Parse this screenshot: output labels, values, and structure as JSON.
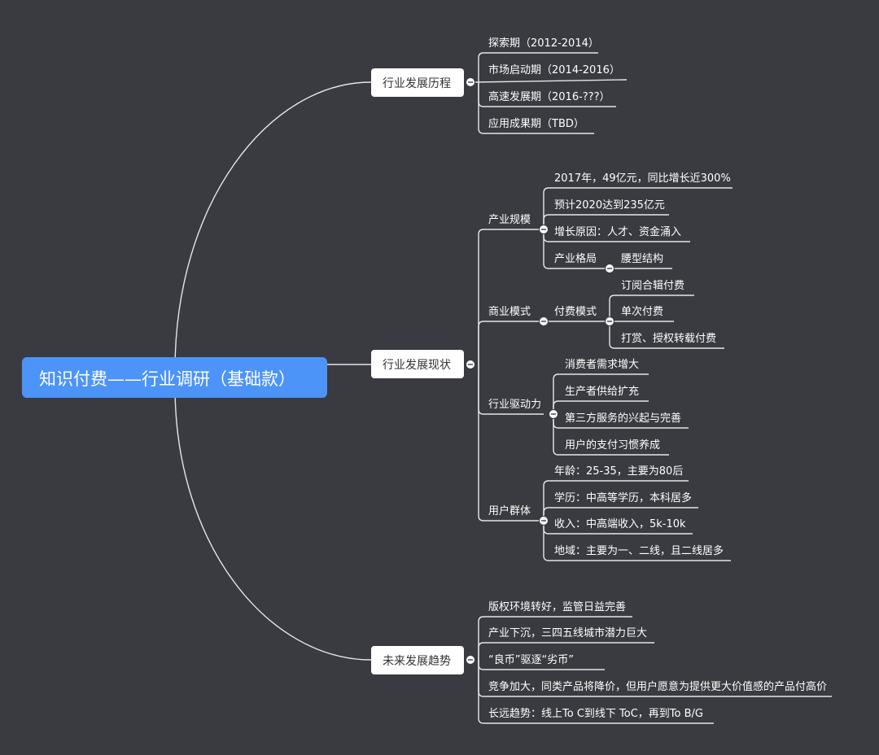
{
  "root": {
    "label": "知识付费——行业调研（基础款）"
  },
  "branches": [
    {
      "label": "行业发展历程",
      "items": [
        {
          "label": "探索期（2012-2014）"
        },
        {
          "label": "市场启动期（2014-2016）"
        },
        {
          "label": "高速发展期（2016-???）"
        },
        {
          "label": "应用成果期（TBD）"
        }
      ]
    },
    {
      "label": "行业发展现状",
      "items": [
        {
          "label": "产业规模",
          "items": [
            {
              "label": "2017年，49亿元，同比增长近300%"
            },
            {
              "label": "预计2020达到235亿元"
            },
            {
              "label": "增长原因：人才、资金涌入"
            },
            {
              "label": "产业格局",
              "items": [
                {
                  "label": "腰型结构"
                }
              ]
            }
          ]
        },
        {
          "label": "商业模式",
          "items": [
            {
              "label": "付费模式",
              "items": [
                {
                  "label": "订阅合辑付费"
                },
                {
                  "label": "单次付费"
                },
                {
                  "label": "打赏、授权转载付费"
                }
              ]
            }
          ]
        },
        {
          "label": "行业驱动力",
          "items": [
            {
              "label": "消费者需求增大"
            },
            {
              "label": "生产者供给扩充"
            },
            {
              "label": "第三方服务的兴起与完善"
            },
            {
              "label": "用户的支付习惯养成"
            }
          ]
        },
        {
          "label": "用户群体",
          "items": [
            {
              "label": "年龄：25-35，主要为80后"
            },
            {
              "label": "学历：中高等学历，本科居多"
            },
            {
              "label": "收入：中高端收入，5k-10k"
            },
            {
              "label": "地域：主要为一、二线，且二线居多"
            }
          ]
        }
      ]
    },
    {
      "label": "未来发展趋势",
      "items": [
        {
          "label": "版权环境转好，监管日益完善"
        },
        {
          "label": "产业下沉，三四五线城市潜力巨大"
        },
        {
          "label": "“良币”驱逐“劣币”"
        },
        {
          "label": "竞争加大，同类产品将降价，但用户愿意为提供更大价值感的产品付高价"
        },
        {
          "label": "长远趋势：线上To C到线下 ToC，再到To B/G"
        }
      ]
    }
  ],
  "colors": {
    "background": "#393b40",
    "line": "#e6e6e6",
    "root_fill": "#4c94f7",
    "root_text": "#ffffff",
    "branch_fill": "#ffffff",
    "branch_text": "#333333",
    "topic_text": "#ffffff",
    "toggle_fill": "#ffffff",
    "toggle_mark": "#393b40"
  }
}
